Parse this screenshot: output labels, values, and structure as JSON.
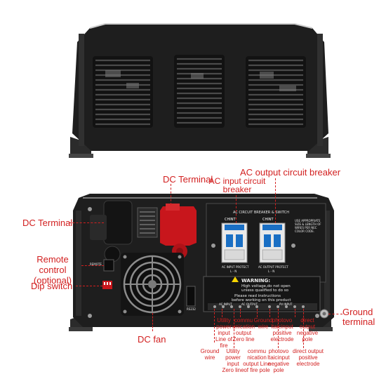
{
  "colors": {
    "annotation": "#d21f1f",
    "chassis": "#1e1e1e",
    "dc_terminal_cover": "#c8161c",
    "breaker_blue": "#1a6fc4"
  },
  "labels": {
    "dc_terminal_top": "DC Terminal",
    "ac_input_breaker": "AC input circuit breaker",
    "ac_output_breaker": "AC output circuit breaker",
    "dc_terminal_left": "DC Terminal",
    "remote_control": "Remote control (optional)",
    "dip_switch": "Dip switch",
    "dc_fan": "DC fan",
    "ground_terminal": "Ground terminal"
  },
  "wiring_labels": {
    "upper": [
      "Utility power input Line of fire",
      "commu unication output Zero line",
      "Ground wire",
      "photovo ltaicinput positive electrode",
      "direct output negative pole"
    ],
    "lower": [
      "Ground wire",
      "Utility power input Zero line",
      "commu nication output Line of fire pole",
      "photovo ltaicinput negative pole",
      "direct output positive electrode"
    ]
  },
  "panel_text": {
    "breaker_header": "AC CIRCUIT BREAKER & SWITCH",
    "ac_input_protect": "AC INPUT PROTECT",
    "ac_output_protect": "AC OUTPUT PROTECT",
    "input_rating": "L - N",
    "output_rating": "L - N",
    "cable_note": "USE APPROPRIATE SIZE & LENGTH OF WIRES PER NEC COLOR CODE.",
    "warning_title": "WARNING:",
    "warning_line1": "High voltage,do not open",
    "warning_line2": "unless qualified to do so",
    "instructions_line1": "Please read instructions",
    "instructions_line2": "before working on this product",
    "ac_input_terminal": "AC INPUT",
    "ac_output_terminal": "AC OUTPUT",
    "pv_terminal": "PV INPUT",
    "remote_port": "REMOTE",
    "rs232": "RS232",
    "brand_mark": "CHINT"
  }
}
